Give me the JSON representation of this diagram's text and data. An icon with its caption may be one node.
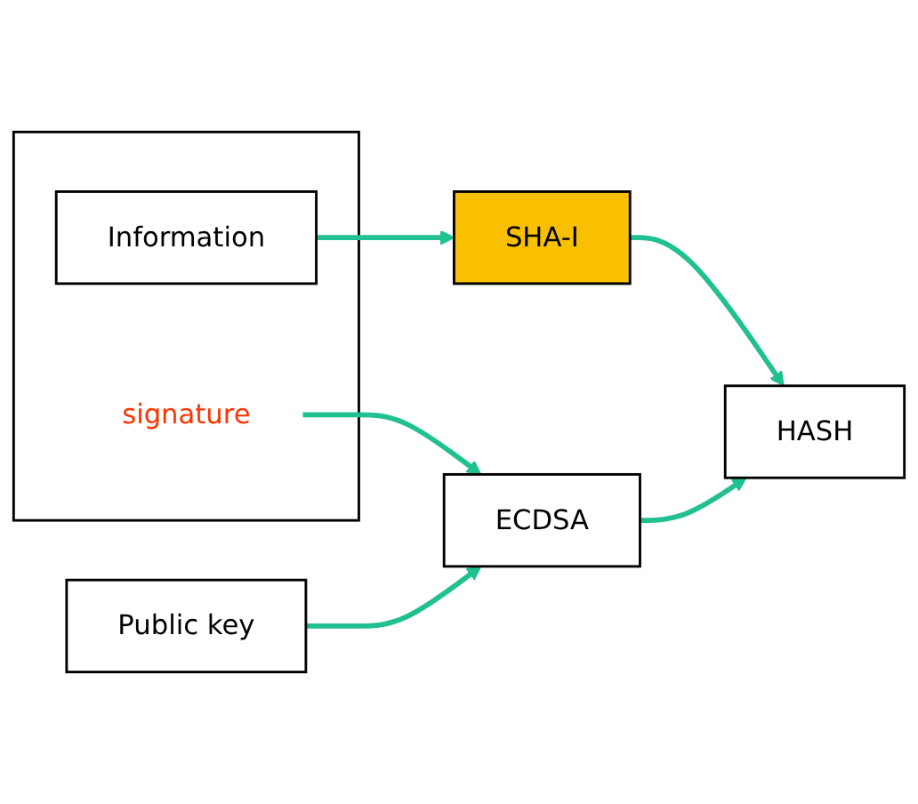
{
  "diagram": {
    "nodes": [
      {
        "text": [],
        "shape": "box"
      },
      {
        "text": [
          "Information"
        ],
        "in": 0
      },
      {
        "text": [
          "signature"
        ],
        "in": 0
      },
      {
        "text": [
          "SHA-I"
        ]
      },
      {
        "text": [
          "HASH"
        ]
      },
      {
        "text": [
          "ECDSA"
        ]
      },
      {
        "text": [
          "Public key"
        ]
      }
    ],
    "edges": [
      {
        "from": 1,
        "to": 3,
        "arrow": "to"
      },
      {
        "from": 3,
        "to": 4,
        "arrow": "to"
      },
      {
        "from": 5,
        "to": 4,
        "arrow": "to"
      },
      {
        "from": 6,
        "to": 5,
        "arrow": "to"
      },
      {
        "from": 2,
        "to": 5,
        "arrow": "to"
      }
    ]
  }
}
